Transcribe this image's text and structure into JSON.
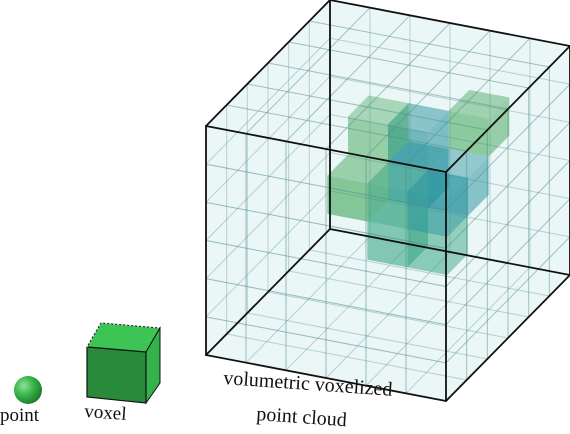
{
  "labels": {
    "point": "point",
    "voxel": "voxel",
    "cloud_line1": "volumetric voxelized",
    "cloud_line2": "point cloud"
  },
  "colors": {
    "edge": "#111111",
    "grid_line": "#4f8c8a",
    "cube_fill": "#cfeae8",
    "voxel_front": "#2a8a3c",
    "voxel_side": "#33b34a",
    "voxel_top": "#3cc455",
    "occupied_green": "#2f9e4a",
    "occupied_teal": "#1f8f9a",
    "occupied_sea": "#2aa07a"
  },
  "grid": {
    "divisions": 6
  }
}
